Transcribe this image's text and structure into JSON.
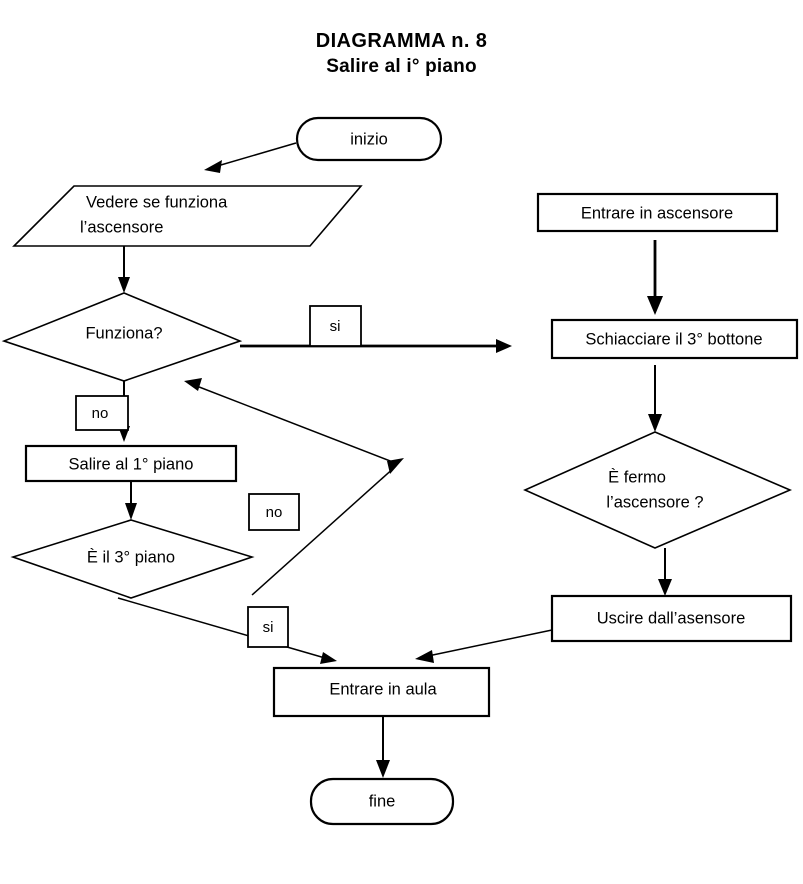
{
  "title": {
    "line1": "DIAGRAMMA n. 8",
    "line2": "Salire al i° piano"
  },
  "nodes": {
    "start": {
      "id": "inizio",
      "label": "inizio",
      "shape": "terminator"
    },
    "check_elevator": {
      "id": "vedere",
      "label_line1": "Vedere  se funziona",
      "label_line2": "l’ascensore",
      "shape": "parallelogram"
    },
    "works_decision": {
      "id": "funziona",
      "label": "Funziona?",
      "shape": "diamond"
    },
    "climb_first": {
      "id": "salire",
      "label": "Salire al 1° piano",
      "shape": "rectangle"
    },
    "third_floor_decision": {
      "id": "terzo-piano",
      "label": "È il 3° piano",
      "shape": "diamond"
    },
    "enter_elevator": {
      "id": "entrare-ascensore",
      "label": "Entrare in ascensore",
      "shape": "rectangle"
    },
    "press_button": {
      "id": "schiacciare",
      "label": "Schiacciare il 3° bottone",
      "shape": "rectangle"
    },
    "stopped_decision": {
      "id": "fermo",
      "label_line1": "È fermo",
      "label_line2": "l’ascensore ?",
      "shape": "diamond"
    },
    "exit_elevator": {
      "id": "uscire",
      "label": "Uscire dall’asensore",
      "shape": "rectangle"
    },
    "enter_class": {
      "id": "entrare-aula",
      "label": "Entrare in aula",
      "shape": "rectangle"
    },
    "end": {
      "id": "fine",
      "label": "fine",
      "shape": "terminator"
    }
  },
  "edge_labels": {
    "works_yes": "si",
    "works_no": "no",
    "third_floor_no": "no",
    "third_floor_yes": "si"
  },
  "colors": {
    "stroke": "#000000",
    "fill": "#ffffff",
    "background": "#ffffff"
  }
}
